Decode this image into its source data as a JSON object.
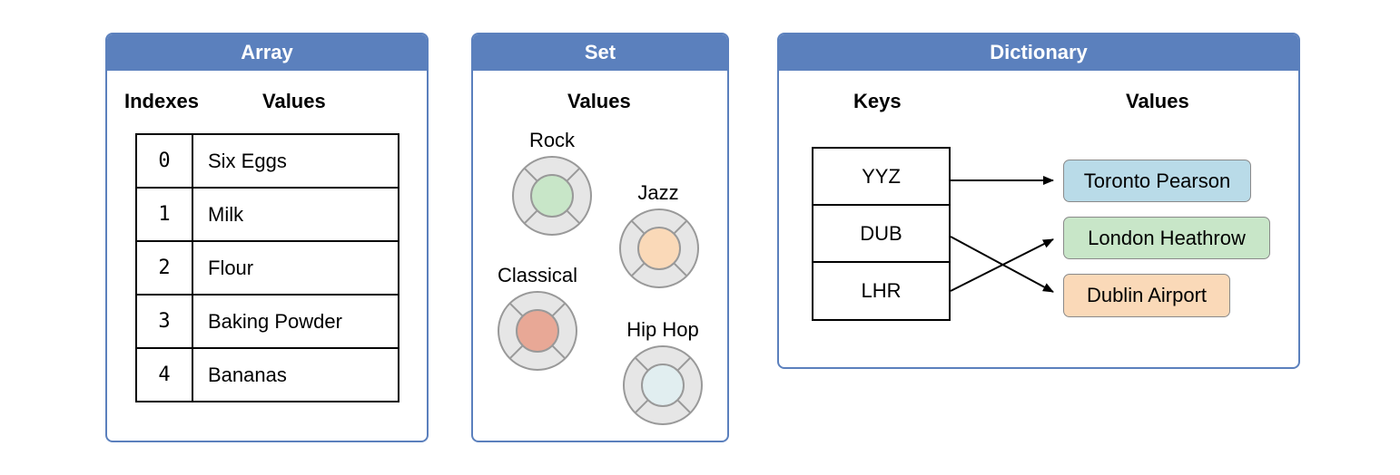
{
  "array": {
    "title": "Array",
    "indexes_label": "Indexes",
    "values_label": "Values",
    "rows": [
      {
        "index": "0",
        "value": "Six Eggs"
      },
      {
        "index": "1",
        "value": "Milk"
      },
      {
        "index": "2",
        "value": "Flour"
      },
      {
        "index": "3",
        "value": "Baking Powder"
      },
      {
        "index": "4",
        "value": "Bananas"
      }
    ]
  },
  "set": {
    "title": "Set",
    "values_label": "Values",
    "items": [
      {
        "label": "Rock",
        "color": "#c8e6c8"
      },
      {
        "label": "Jazz",
        "color": "#fad9b8"
      },
      {
        "label": "Classical",
        "color": "#e8a896"
      },
      {
        "label": "Hip Hop",
        "color": "#e1eef0"
      }
    ]
  },
  "dictionary": {
    "title": "Dictionary",
    "keys_label": "Keys",
    "values_label": "Values",
    "keys": [
      "YYZ",
      "DUB",
      "LHR"
    ],
    "values": [
      {
        "label": "Toronto Pearson",
        "color": "#b9dbe8"
      },
      {
        "label": "London Heathrow",
        "color": "#c8e6c8"
      },
      {
        "label": "Dublin Airport",
        "color": "#fad9b8"
      }
    ]
  },
  "colors": {
    "header": "#5b80bd",
    "ring": "#e6e6e6",
    "ring_stroke": "#999999"
  }
}
